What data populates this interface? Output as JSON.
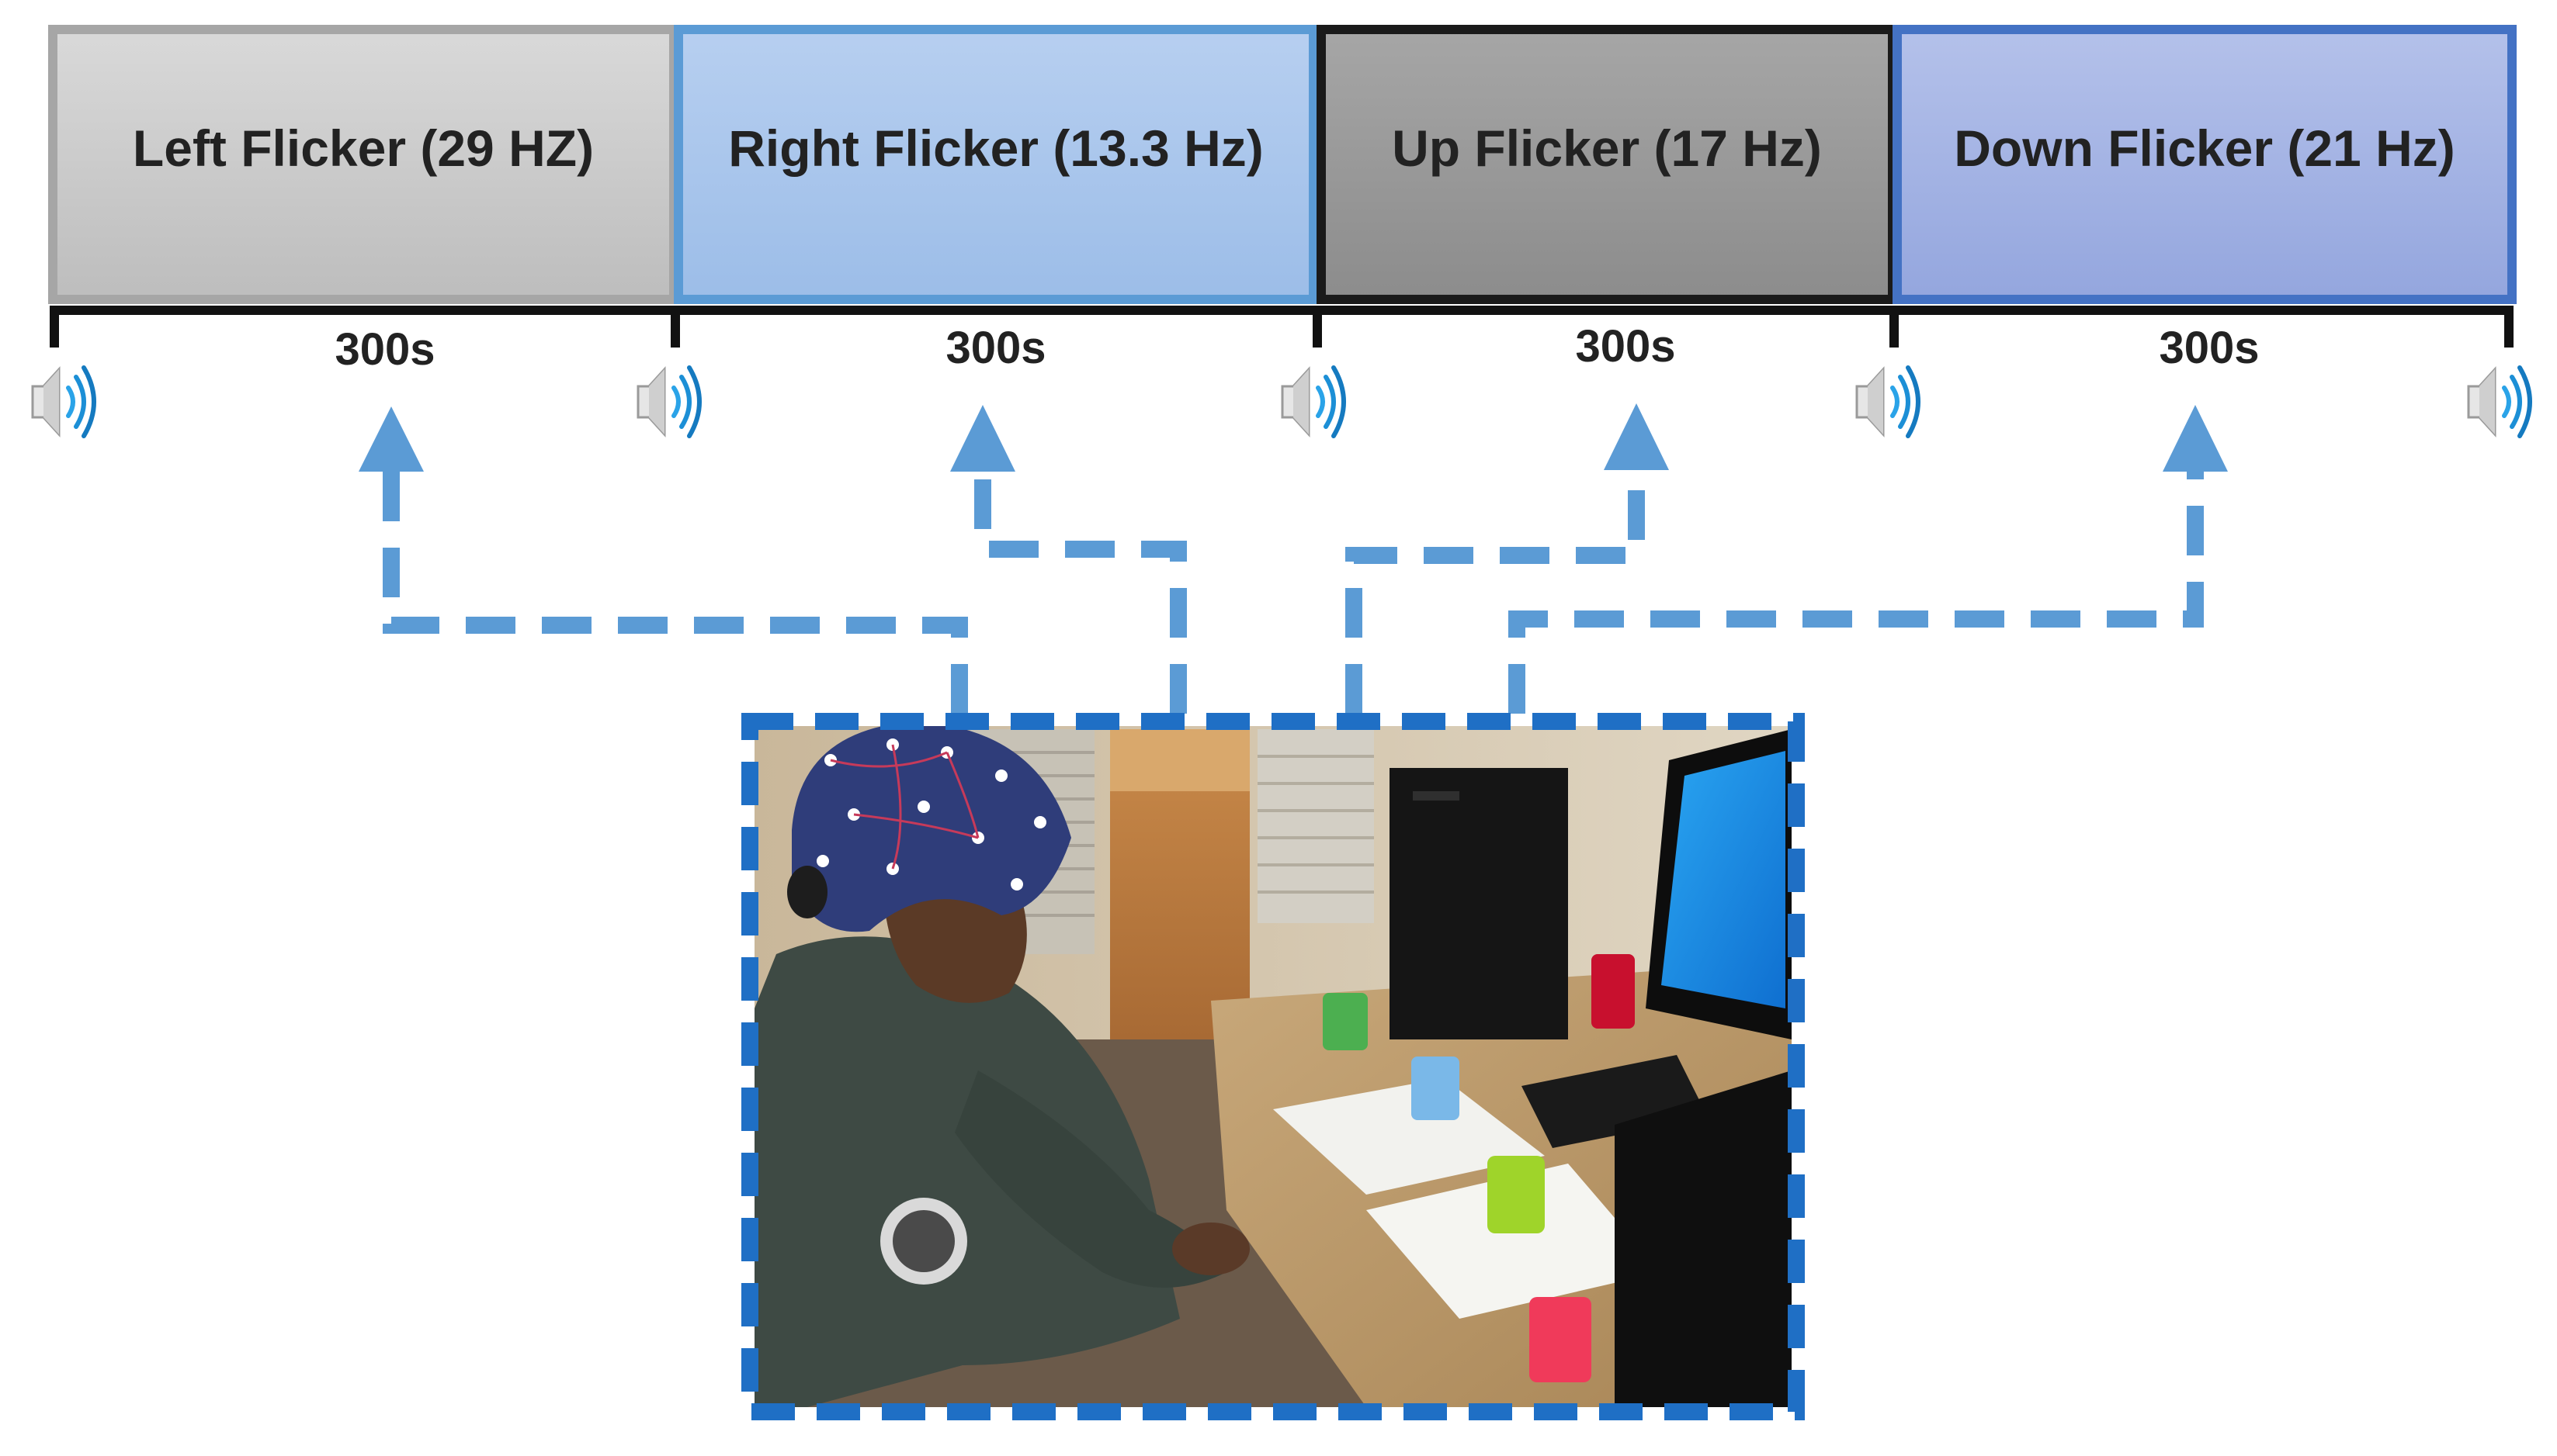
{
  "blocks": [
    {
      "label": "Left Flicker (29 HZ)",
      "duration": "300s",
      "fill_top": "#d9d9d9",
      "fill_bottom": "#bdbdbd",
      "border": "#a6a6a6"
    },
    {
      "label": "Right Flicker (13.3 Hz)",
      "duration": "300s",
      "fill_top": "#b7cff0",
      "fill_bottom": "#9cbde8",
      "border": "#5b9bd5"
    },
    {
      "label": "Up Flicker (17 Hz)",
      "duration": "300s",
      "fill_top": "#a6a6a6",
      "fill_bottom": "#8c8c8c",
      "border": "#1a1a1a"
    },
    {
      "label": "Down Flicker (21 Hz)",
      "duration": "300s",
      "fill_top": "#b4c1ea",
      "fill_bottom": "#94a6de",
      "border": "#4472c4"
    }
  ],
  "audio_cue_icon": "speaker-icon",
  "arrow_color": "#5b9bd5",
  "photo_frame_color": "#1f6fc5",
  "photo": {
    "subject": "participant-wearing-eeg-cap-at-computer-desk"
  }
}
